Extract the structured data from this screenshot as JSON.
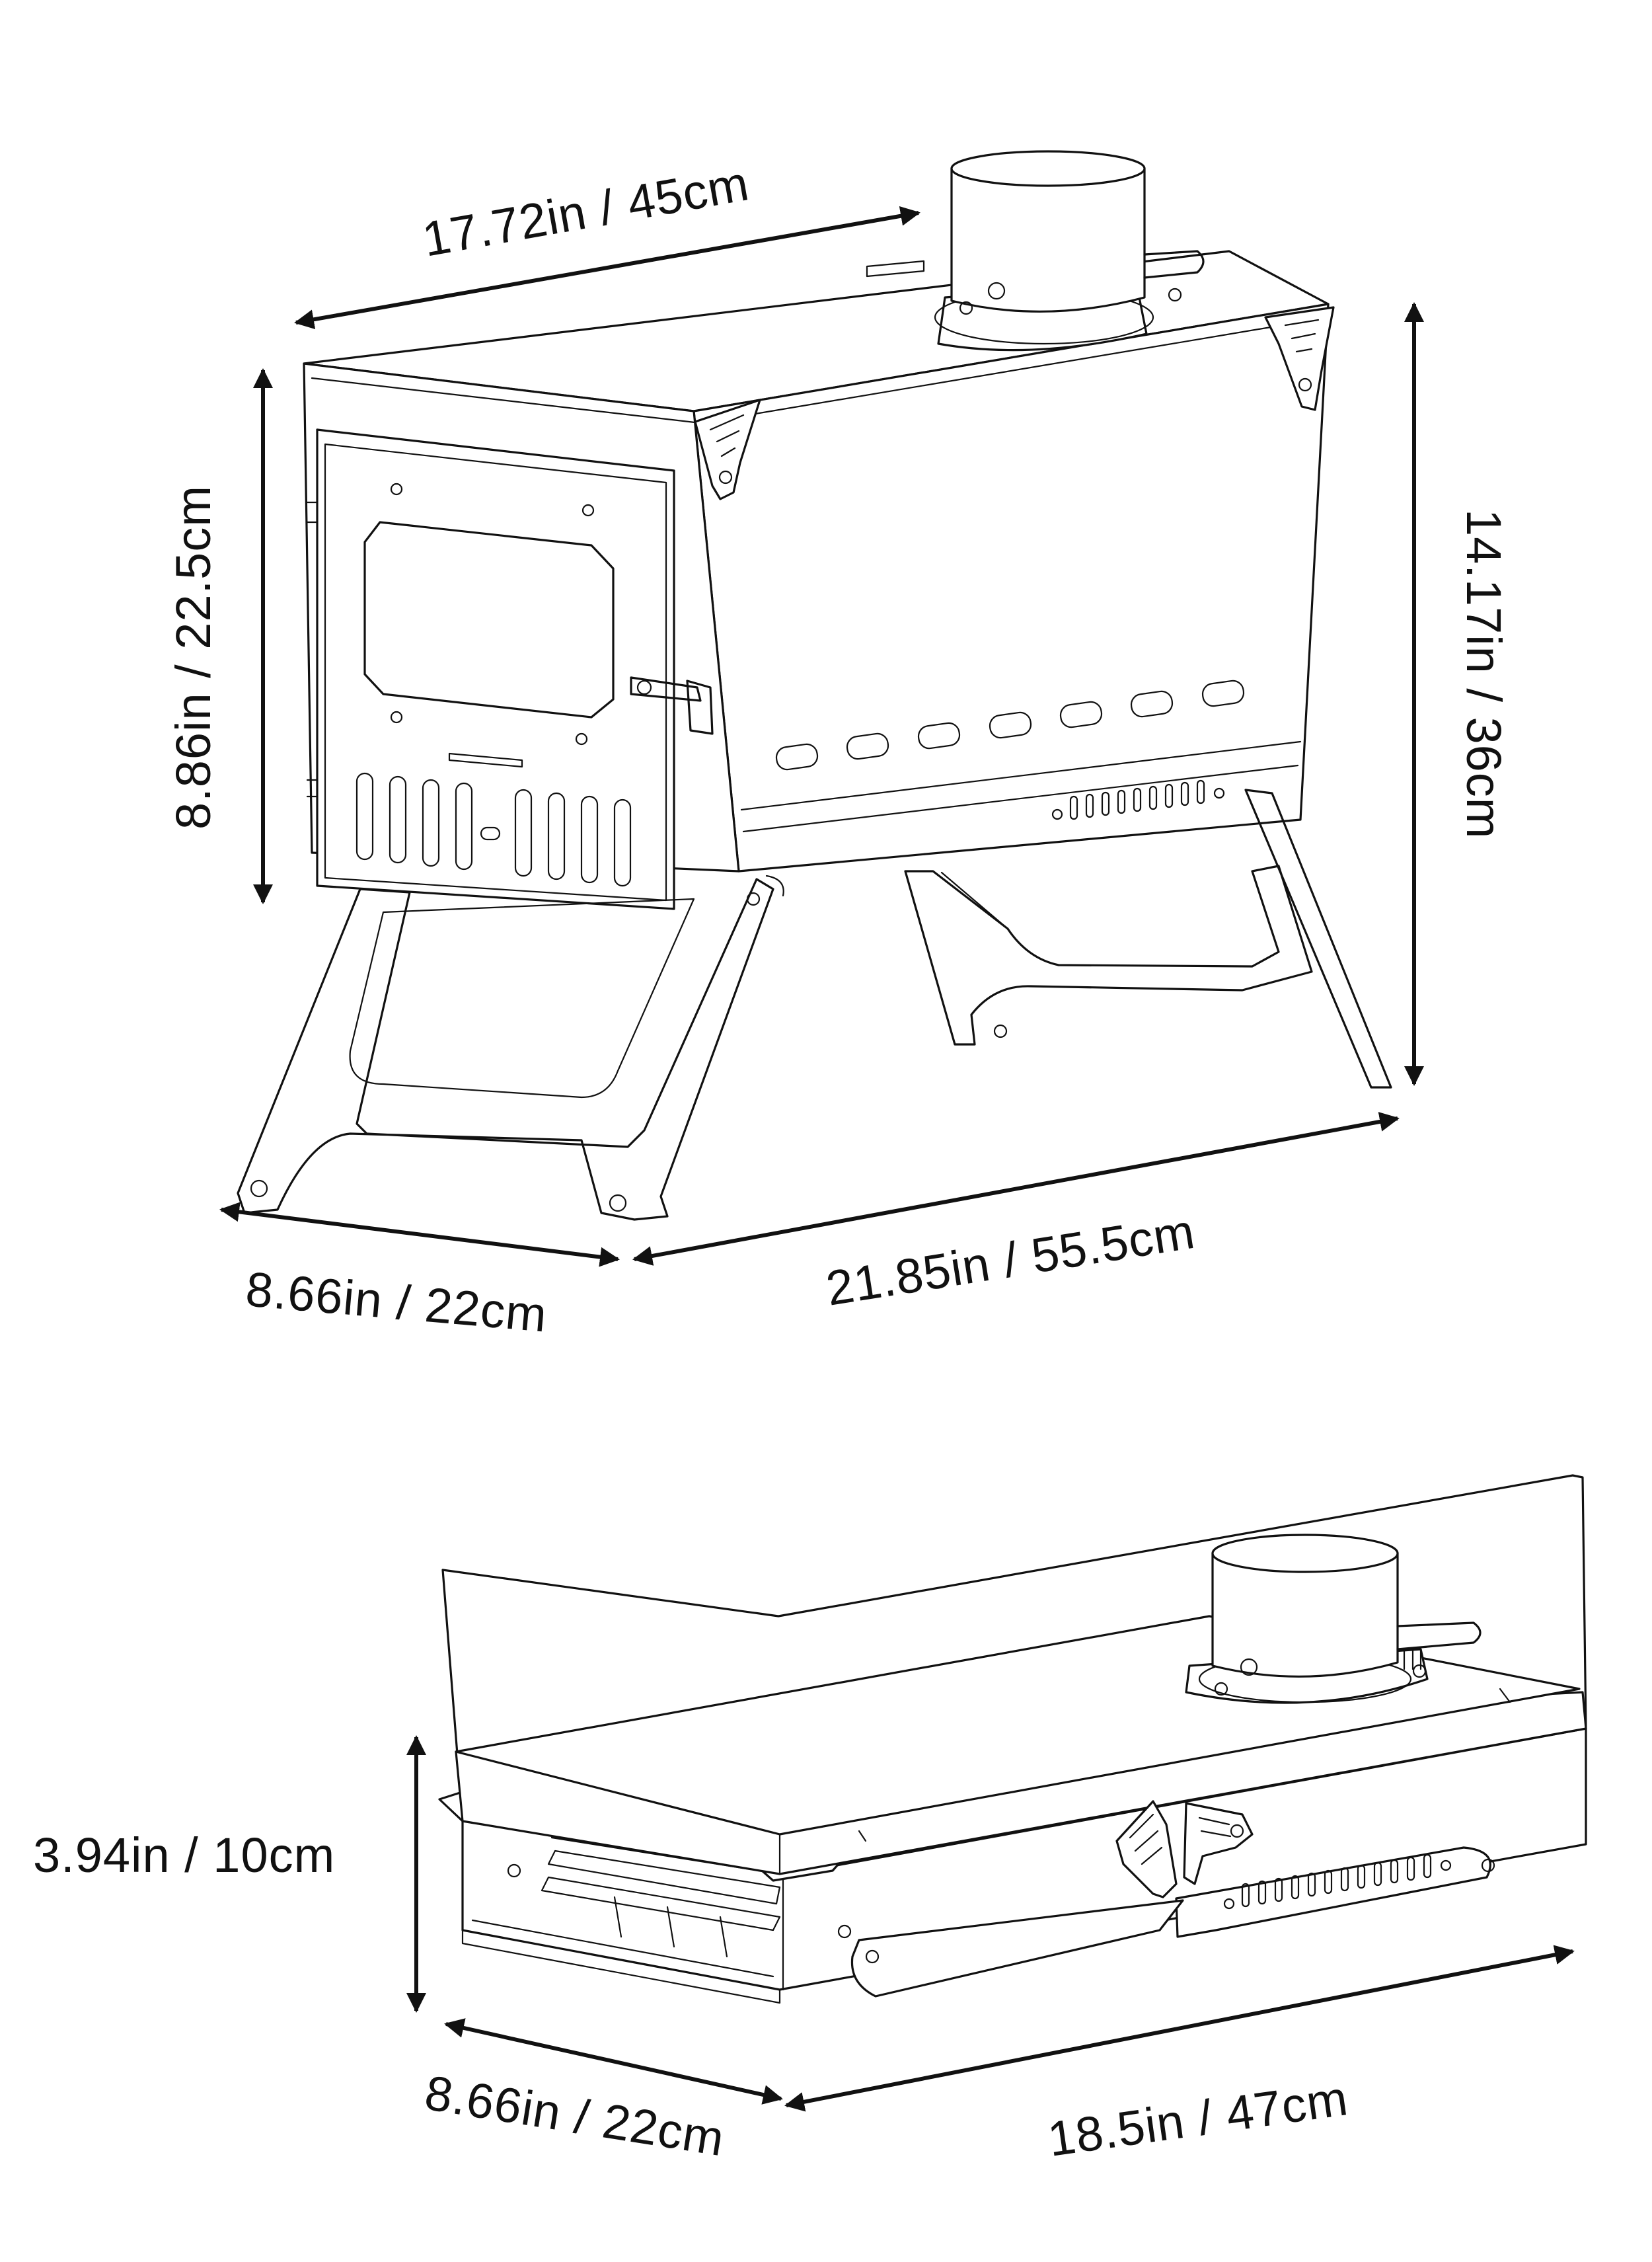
{
  "assembled": {
    "width_label": "17.72in / 45cm",
    "height_label": "8.86in / 22.5cm",
    "total_height_label": "14.17in / 36cm",
    "depth_label": "8.66in / 22cm",
    "length_label": "21.85in / 55.5cm"
  },
  "packed": {
    "height_label": "3.94in / 10cm",
    "depth_label": "8.66in / 22cm",
    "length_label": "18.5in / 47cm"
  }
}
